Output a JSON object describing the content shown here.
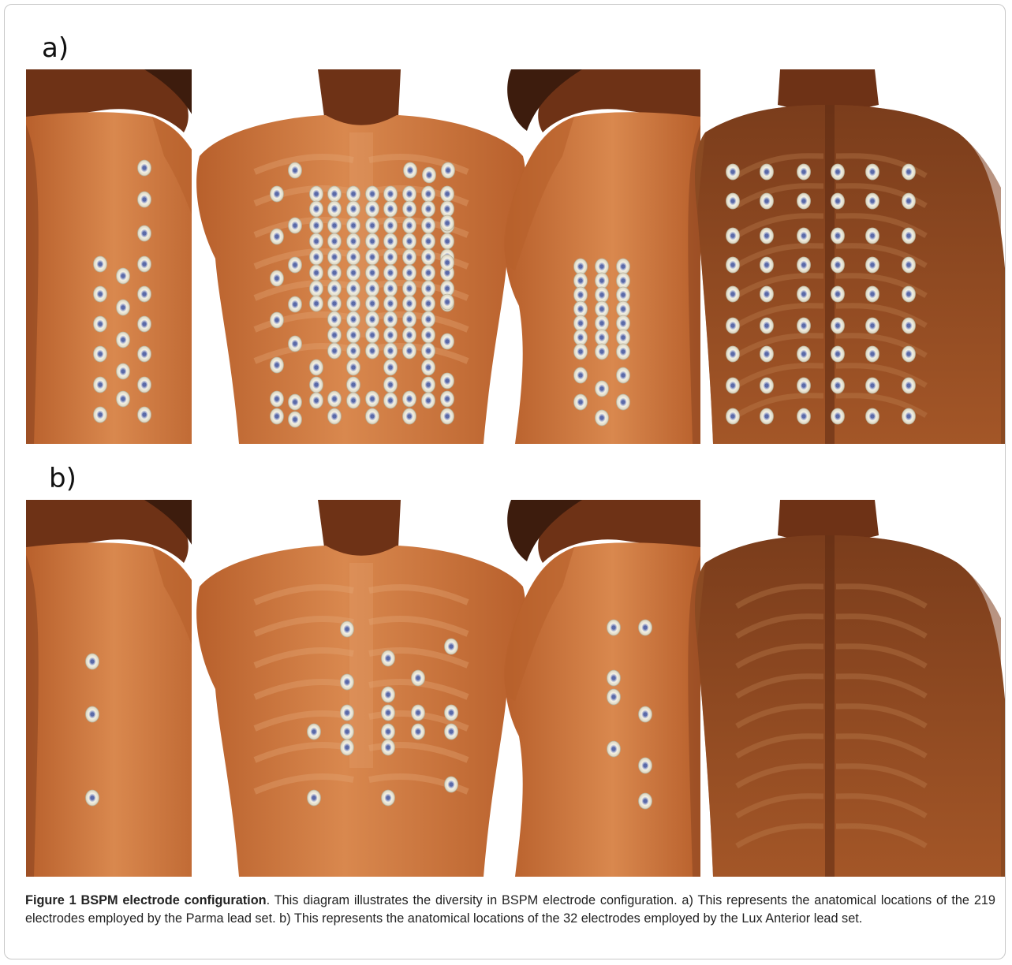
{
  "figure": {
    "panel_a_label": "a)",
    "panel_b_label": "b)",
    "caption_bold": "Figure 1 BSPM electrode configuration",
    "caption_text": ". This diagram illustrates the diversity in BSPM electrode configuration. a) This represents the anatomical locations of the 219 electrodes employed by the Parma lead set. b) This represents the anatomical locations of the 32 electrodes employed by the Lux Anterior lead set."
  },
  "colors": {
    "skin_light": "#d9884e",
    "skin_mid": "#b8602c",
    "skin_dark": "#6e3216",
    "electrode_fill": "#f4f1e4",
    "electrode_center": "#5a6aa8"
  },
  "panel_a": {
    "electrodes_total": 219,
    "lead_set": "Parma"
  },
  "panel_b": {
    "electrodes_total": 32,
    "lead_set": "Lux Anterior"
  }
}
